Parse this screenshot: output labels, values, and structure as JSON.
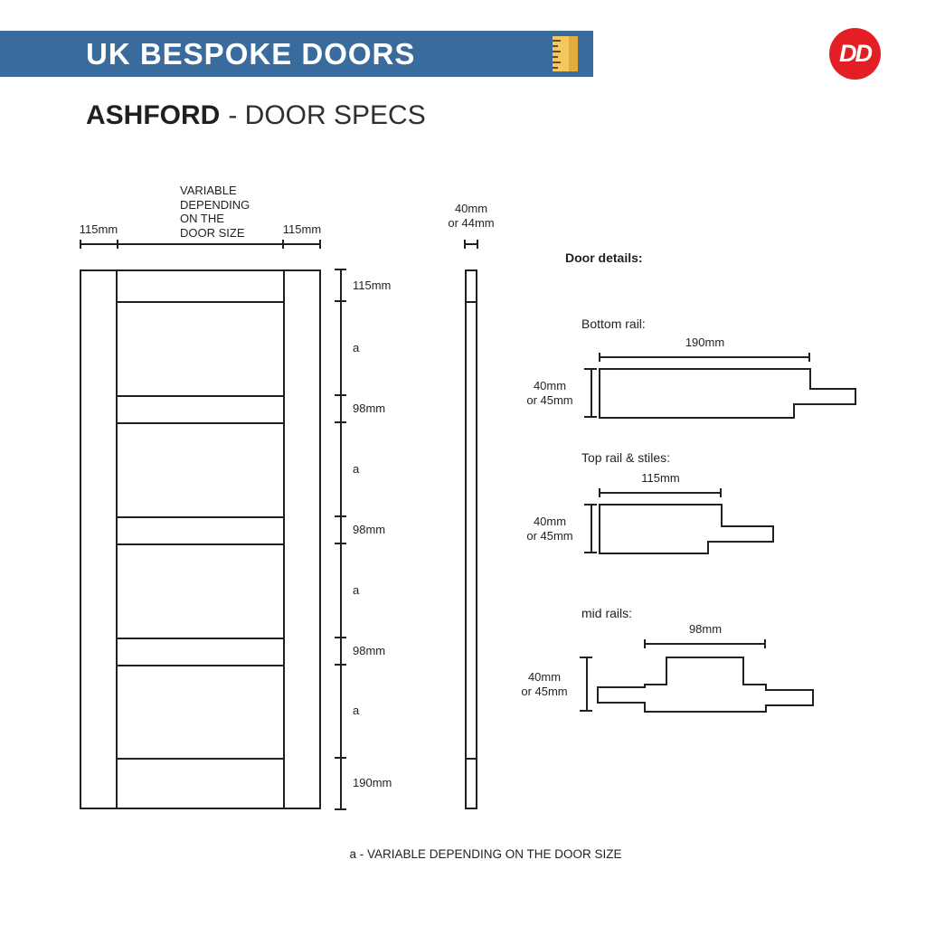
{
  "banner": {
    "title": "UK BESPOKE DOORS",
    "logo": "DD"
  },
  "title": {
    "product": "ASHFORD",
    "rest": "- DOOR SPECS"
  },
  "front_view": {
    "dim_left": "115mm",
    "dim_center": "VARIABLE DEPENDING ON THE DOOR SIZE",
    "dim_right": "115mm",
    "side_dims": [
      "115mm",
      "a",
      "98mm",
      "a",
      "98mm",
      "a",
      "98mm",
      "a",
      "190mm"
    ]
  },
  "edge_view": {
    "thickness_line1": "40mm",
    "thickness_line2": "or 44mm"
  },
  "details": {
    "heading": "Door details:",
    "sections": [
      {
        "label": "Bottom rail:",
        "width": "190mm",
        "thickness_line1": "40mm",
        "thickness_line2": "or 45mm"
      },
      {
        "label": "Top rail & stiles:",
        "width": "115mm",
        "thickness_line1": "40mm",
        "thickness_line2": "or 45mm"
      },
      {
        "label": "mid rails:",
        "width": "98mm",
        "thickness_line1": "40mm",
        "thickness_line2": "or 45mm"
      }
    ]
  },
  "footnote": "a - VARIABLE DEPENDING ON THE DOOR SIZE",
  "colors": {
    "banner_blue": "#3a6b9d",
    "logo_red": "#e31e24",
    "line_black": "#231f20",
    "ruler_yellow": "#f6c75e"
  }
}
